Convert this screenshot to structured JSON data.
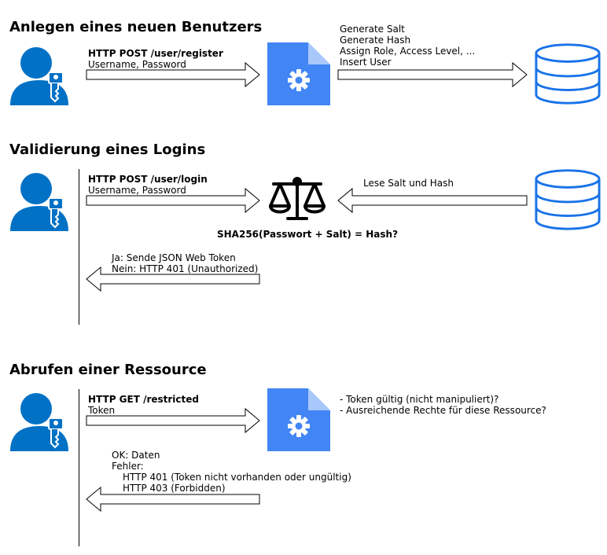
{
  "colors": {
    "user_blue": "#0071c5",
    "doc_blue": "#4285f4",
    "db_blue": "#1a73e8"
  },
  "section1": {
    "title": "Anlegen eines neuen Benutzers",
    "request_title": "HTTP POST /user/register",
    "request_body": "Username, Password",
    "steps": [
      "Generate Salt",
      "Generate Hash",
      "Assign Role, Access Level, ...",
      "Insert User"
    ]
  },
  "section2": {
    "title": "Validierung eines Logins",
    "request_title": "HTTP POST /user/login",
    "request_body": "Username, Password",
    "db_label": "Lese Salt und Hash",
    "formula": "SHA256(Passwort + Salt) = Hash?",
    "response": [
      "Ja: Sende JSON Web Token",
      "Nein: HTTP 401 (Unauthorized)"
    ]
  },
  "section3": {
    "title": "Abrufen einer Ressource",
    "request_title": "HTTP GET /restricted",
    "request_body": "Token",
    "checks": [
      "- Token gültig (nicht manipuliert)?",
      "- Ausreichende Rechte für diese Ressource?"
    ],
    "response_ok": "OK: Daten",
    "response_error": "Fehler:",
    "errors": [
      "HTTP 401 (Token nicht vorhanden oder ungültig)",
      "HTTP 403 (Forbidden)"
    ]
  },
  "icons": [
    "user-key-icon",
    "service-document-gear-icon",
    "database-icon",
    "scale-icon"
  ]
}
